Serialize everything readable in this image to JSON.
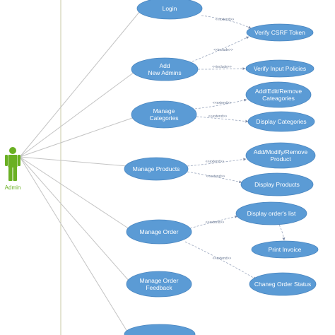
{
  "actor": {
    "name": "Admin",
    "color": "#6ab023"
  },
  "use_cases": [
    {
      "id": "login",
      "lines": [
        "Login"
      ]
    },
    {
      "id": "verify-csrf",
      "lines": [
        "Verify CSRF Token"
      ]
    },
    {
      "id": "add-admins",
      "lines": [
        "Add",
        "New Admins"
      ]
    },
    {
      "id": "verify-input",
      "lines": [
        "Verify Input Policies"
      ]
    },
    {
      "id": "manage-categories",
      "lines": [
        "Manage",
        "Categories"
      ]
    },
    {
      "id": "edit-categories",
      "lines": [
        "Add/Edit/Remove",
        "Cateagories"
      ]
    },
    {
      "id": "display-categories",
      "lines": [
        "Display Categories"
      ]
    },
    {
      "id": "manage-products",
      "lines": [
        "Manage Products"
      ]
    },
    {
      "id": "modify-product",
      "lines": [
        "Add/Modify/Remove",
        "Product"
      ]
    },
    {
      "id": "display-products",
      "lines": [
        "Display Products"
      ]
    },
    {
      "id": "manage-order",
      "lines": [
        "Manage Order"
      ]
    },
    {
      "id": "display-orders",
      "lines": [
        "Display order's list"
      ]
    },
    {
      "id": "print-invoice",
      "lines": [
        "Print Invoice"
      ]
    },
    {
      "id": "change-status",
      "lines": [
        "Chaneg Order Status"
      ]
    },
    {
      "id": "order-feedback",
      "lines": [
        "Manage Order",
        "Feedback"
      ]
    },
    {
      "id": "bottom-usecase",
      "lines": [
        ""
      ]
    }
  ],
  "relations": [
    {
      "from": "login",
      "to": "verify-csrf",
      "label": "<<extend>>"
    },
    {
      "from": "add-admins",
      "to": "verify-csrf",
      "label": "<<include>>"
    },
    {
      "from": "add-admins",
      "to": "verify-input",
      "label": "<<include>>"
    },
    {
      "from": "manage-categories",
      "to": "edit-categories",
      "label": "<<extend>>"
    },
    {
      "from": "manage-categories",
      "to": "display-categories",
      "label": "<<extend>>"
    },
    {
      "from": "manage-products",
      "to": "modify-product",
      "label": "<<extend>>"
    },
    {
      "from": "manage-products",
      "to": "display-products",
      "label": "<<extend>>"
    },
    {
      "from": "manage-order",
      "to": "display-orders",
      "label": "<<extend>>"
    },
    {
      "from": "display-orders",
      "to": "print-invoice",
      "label": ""
    },
    {
      "from": "manage-order",
      "to": "change-status",
      "label": "<<extend>>"
    }
  ],
  "colors": {
    "use_case_fill": "#5b9bd5",
    "association": "#c4c4c4",
    "relation": "#9aa6bd"
  }
}
